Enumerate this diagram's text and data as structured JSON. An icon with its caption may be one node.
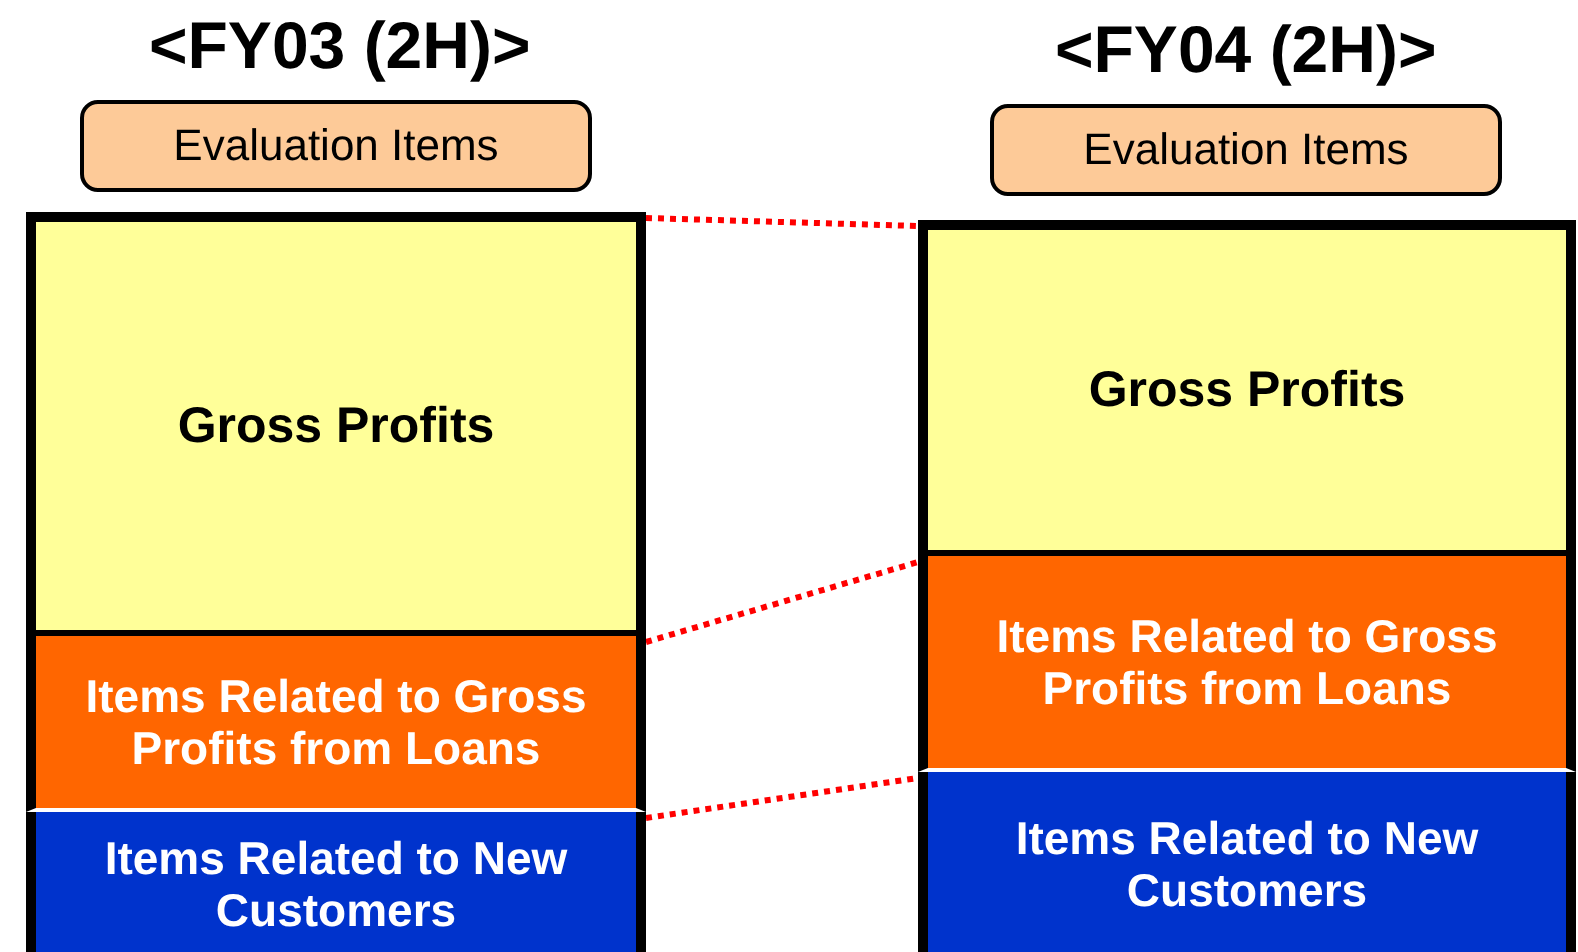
{
  "diagram": {
    "nodes": [
      {
        "text": [
          "Evaluation Items"
        ]
      },
      {
        "text": [
          "Gross Profits"
        ]
      },
      {
        "text": [
          "Items Related to Gross Profits from Loans"
        ]
      },
      {
        "text": [
          "Items Related to New Customers"
        ]
      },
      {
        "text": [
          "Evaluation Items"
        ]
      },
      {
        "text": [
          "Gross Profits"
        ]
      },
      {
        "text": [
          "Items Related to Gross Profits from Loans"
        ]
      },
      {
        "text": [
          "Items Related to New Customers"
        ]
      }
    ],
    "edges": [
      {
        "from": 1,
        "to": 5,
        "arrow": "none",
        "style": "dashed",
        "color": "#ff0000"
      },
      {
        "from": 2,
        "to": 6,
        "arrow": "none",
        "style": "dashed",
        "color": "#ff0000"
      },
      {
        "from": 3,
        "to": 7,
        "arrow": "none",
        "style": "dashed",
        "color": "#ff0000"
      }
    ],
    "labels": [
      "<FY03 (2H)>",
      "<FY04 (2H)>"
    ]
  }
}
